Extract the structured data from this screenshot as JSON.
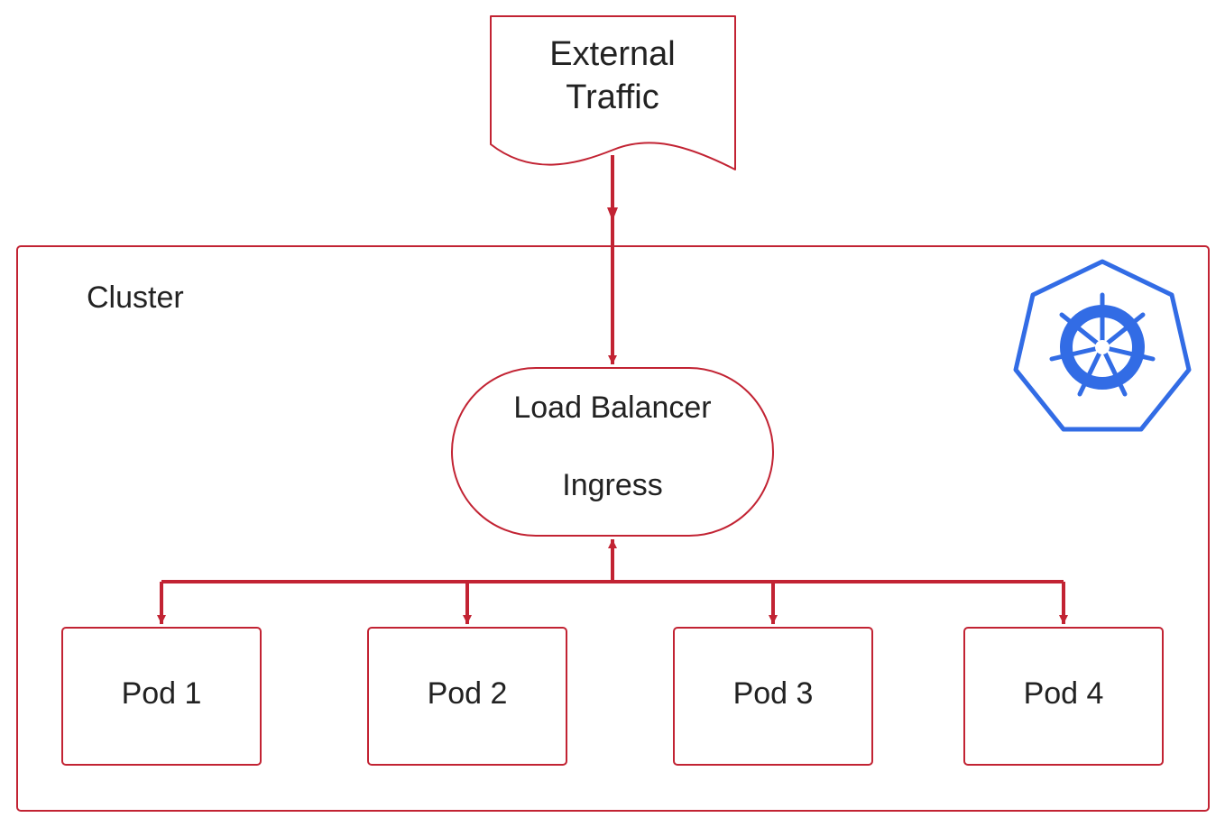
{
  "colors": {
    "stroke": "#c22333",
    "text": "#222222",
    "logo": "#326ce5",
    "background": "#ffffff"
  },
  "external_traffic": {
    "line1": "External",
    "line2": "Traffic"
  },
  "cluster": {
    "label": "Cluster",
    "logo_icon": "kubernetes-helm-icon"
  },
  "load_balancer": {
    "line1": "Load Balancer",
    "line2": "Ingress"
  },
  "pods": [
    {
      "label": "Pod 1"
    },
    {
      "label": "Pod 2"
    },
    {
      "label": "Pod 3"
    },
    {
      "label": "Pod 4"
    }
  ]
}
